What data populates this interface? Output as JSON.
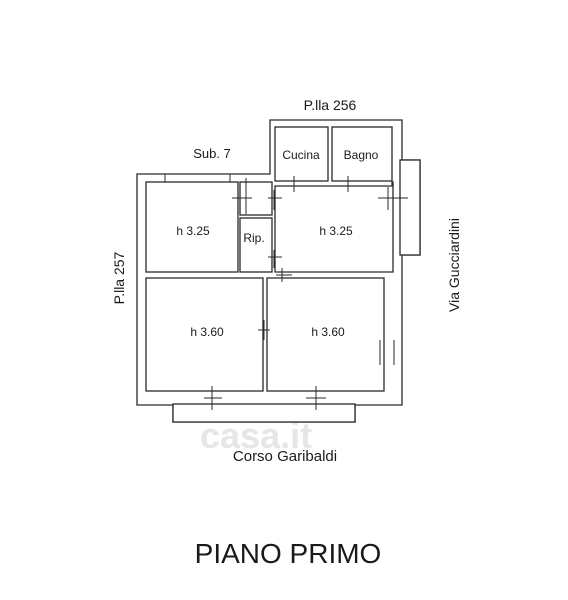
{
  "labels": {
    "parcel_top": "P.lla 256",
    "parcel_left": "P.lla 257",
    "sub": "Sub. 7",
    "street_right": "Via Gucciardini",
    "street_bottom": "Corso Garibaldi",
    "title": "PIANO PRIMO"
  },
  "rooms": {
    "kitchen": "Cucina",
    "bathroom": "Bagno",
    "storage": "Rip.",
    "room_top_left": "h 3.25",
    "room_top_right": "h 3.25",
    "room_bottom_left": "h 3.60",
    "room_bottom_right": "h 3.60"
  },
  "watermark": "casa.it",
  "colors": {
    "line": "#2a2a2a",
    "watermark": "#e6e6e6"
  }
}
